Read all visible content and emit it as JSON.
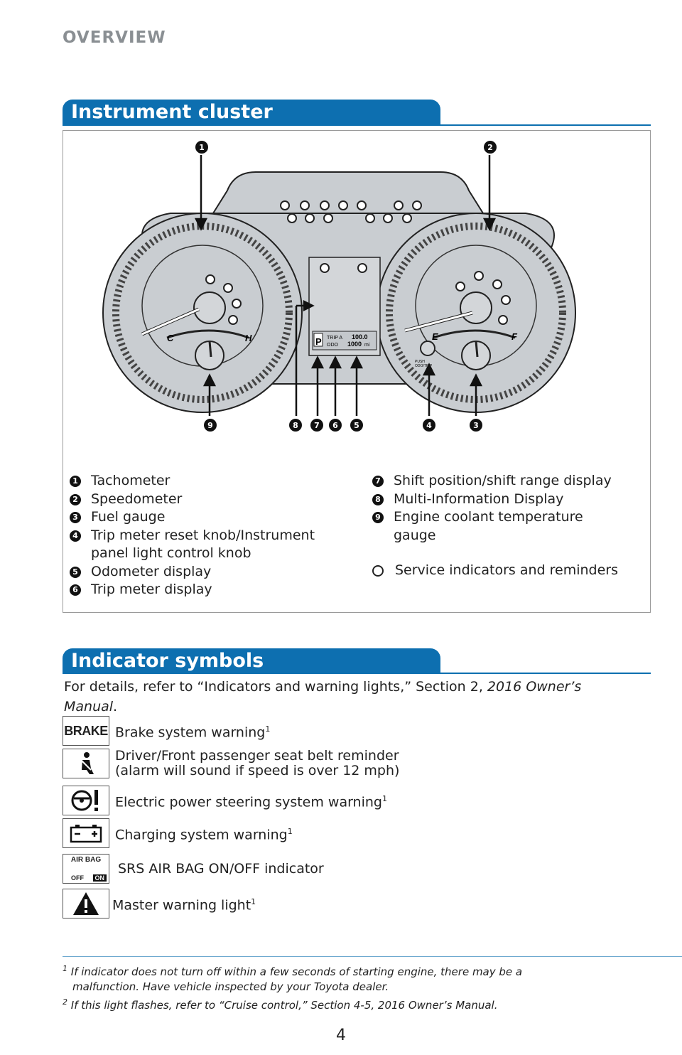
{
  "header": {
    "section": "OVERVIEW"
  },
  "cluster": {
    "title": "Instrument cluster",
    "callouts": [
      "1",
      "2",
      "3",
      "4",
      "5",
      "6",
      "7",
      "8",
      "9"
    ],
    "gauge_text": {
      "cold": "C",
      "hot": "H",
      "empty": "E",
      "full": "F",
      "gear": "P",
      "trip_label": "TRIP A",
      "odo_label": "ODO",
      "trip_value": "100.0",
      "odo_value": "1000",
      "odo_unit": "mi",
      "knob_label_1": "PUSH",
      "knob_label_2": "ODO/TRIP"
    },
    "legend_left": [
      {
        "num": "1",
        "text": "Tachometer"
      },
      {
        "num": "2",
        "text": "Speedometer"
      },
      {
        "num": "3",
        "text": "Fuel gauge"
      },
      {
        "num": "4",
        "text": "Trip meter reset knob/Instrument"
      },
      {
        "num": "",
        "text": "panel light control knob"
      },
      {
        "num": "5",
        "text": "Odometer display"
      },
      {
        "num": "6",
        "text": "Trip meter display"
      }
    ],
    "legend_right": [
      {
        "num": "7",
        "text": "Shift position/shift range display"
      },
      {
        "num": "8",
        "text": "Multi-Information Display"
      },
      {
        "num": "9",
        "text": "Engine coolant temperature"
      },
      {
        "num": "",
        "text": "gauge"
      }
    ],
    "service_text": "Service indicators and reminders"
  },
  "indicators": {
    "title": "Indicator symbols",
    "intro_plain": "For details, refer to “Indicators and warning lights,” Section 2, ",
    "intro_italic_1": "2016 Owner’s",
    "intro_italic_2": "Manual",
    "intro_end": ".",
    "items": [
      {
        "icon": "brake-icon",
        "icon_text": "BRAKE",
        "line1": "Brake system warning",
        "line2": "",
        "sup": "1"
      },
      {
        "icon": "seatbelt-icon",
        "icon_text": "",
        "line1": "Driver/Front passenger seat belt reminder",
        "line2": "(alarm will sound if speed is over 12 mph)",
        "sup": ""
      },
      {
        "icon": "power-steering-icon",
        "icon_text": "",
        "line1": "Electric power steering system warning",
        "line2": "",
        "sup": "1"
      },
      {
        "icon": "battery-icon",
        "icon_text": "",
        "line1": "Charging system warning",
        "line2": "",
        "sup": "1"
      },
      {
        "icon": "airbag-icon",
        "icon_text": "AIR BAG",
        "line1": "SRS AIR BAG ON/OFF indicator",
        "line2": "",
        "sup": ""
      },
      {
        "icon": "master-warning-icon",
        "icon_text": "",
        "line1": "Master warning light",
        "line2": "",
        "sup": "1"
      }
    ],
    "airbag_off": "OFF",
    "airbag_on": "ON"
  },
  "footnotes": {
    "fn1_mark": "1",
    "fn1_line1": "If indicator does not turn off within a few seconds of starting engine, there may be a",
    "fn1_line2": "malfunction. Have vehicle inspected by your Toyota dealer.",
    "fn2_mark": "2",
    "fn2_line": "If this light flashes, refer to “Cruise control,” Section 4-5, 2016 Owner’s Manual."
  },
  "page_number": "4"
}
